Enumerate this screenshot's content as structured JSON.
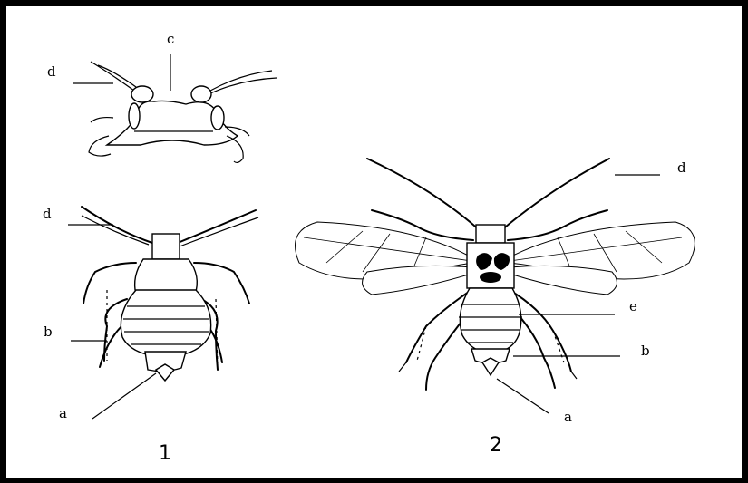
{
  "figure": {
    "labels": {
      "head_c": "c",
      "head_d": "d",
      "wingless_d": "d",
      "wingless_b": "b",
      "wingless_a": "a",
      "winged_d": "d",
      "winged_e": "e",
      "winged_b": "b",
      "winged_a": "a"
    },
    "numbers": {
      "wingless": "1",
      "winged": "2"
    }
  }
}
